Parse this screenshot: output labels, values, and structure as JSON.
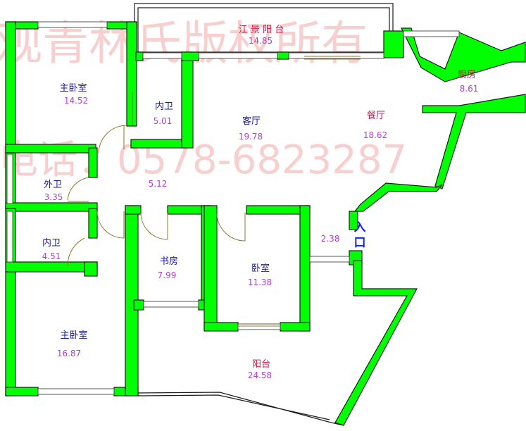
{
  "colors": {
    "wall": "#00ff00",
    "outline": "#1a1a1a",
    "name_blue": "#1a1aa0",
    "name_red": "#cc1a4a",
    "area_purple": "#b040d0",
    "entry": "#1020ff",
    "watermark": "#f4a8a8"
  },
  "watermark": {
    "line1": "观青林氏版权所有",
    "line2": "电话：0578-6823287"
  },
  "rooms": {
    "river_balcony": {
      "name": "江 景 阳 台",
      "area": "14.85"
    },
    "master_bedroom_top": {
      "name": "主卧室",
      "area": "14.52"
    },
    "ensuite_top": {
      "name": "内卫",
      "area": "5.01"
    },
    "living_room": {
      "name": "客厅",
      "area": "19.78"
    },
    "dining_room": {
      "name": "餐厅",
      "area": "18.62"
    },
    "kitchen": {
      "name": "厨房",
      "area": "8.61"
    },
    "guest_bath": {
      "name": "外卫",
      "area": "3.35"
    },
    "hallway": {
      "area": "5.12"
    },
    "ensuite_bottom": {
      "name": "内卫",
      "area": "4.51"
    },
    "study": {
      "name": "书房",
      "area": "7.99"
    },
    "bedroom": {
      "name": "卧室",
      "area": "11.38"
    },
    "entry_corridor": {
      "area": "2.38"
    },
    "master_bedroom_bottom": {
      "name": "主卧室",
      "area": "16.87"
    },
    "balcony": {
      "name": "阳台",
      "area": "24.58"
    }
  },
  "entrance": {
    "label_1": "入",
    "label_2": "口"
  }
}
